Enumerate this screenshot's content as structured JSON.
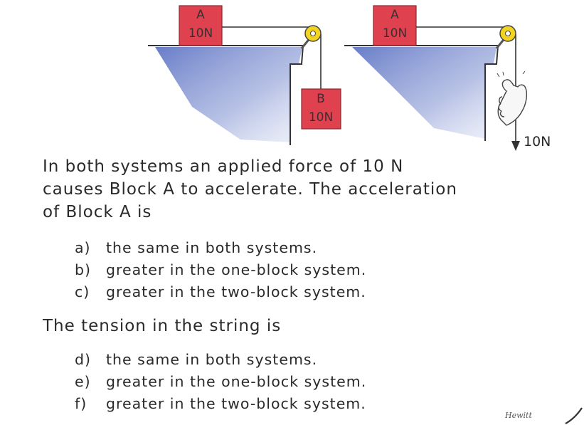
{
  "figure": {
    "left_system": {
      "block_a": {
        "letter": "A",
        "weight": "10N"
      },
      "block_b": {
        "letter": "B",
        "weight": "10N"
      }
    },
    "right_system": {
      "block_a": {
        "letter": "A",
        "weight": "10N"
      },
      "applied_force": "10N"
    },
    "signature": "Hewitt"
  },
  "question1": {
    "lines": [
      "In both systems an applied force of 10 N",
      "causes Block A to accelerate.  The acceleration",
      "of Block A is"
    ],
    "options": [
      {
        "letter": "a)",
        "text": "the same in both systems."
      },
      {
        "letter": "b)",
        "text": "greater in the one-block system."
      },
      {
        "letter": "c)",
        "text": "greater in the two-block system."
      }
    ]
  },
  "question2": {
    "stem": "The tension in the string is",
    "options": [
      {
        "letter": "d)",
        "text": "the same in both systems."
      },
      {
        "letter": "e)",
        "text": "greater in the one-block system."
      },
      {
        "letter": "f)",
        "text": "greater in the two-block system."
      }
    ]
  },
  "colors": {
    "block": "#e0414f",
    "tabletop_shading": "#5f77c4",
    "pulley": "#f2d420"
  }
}
